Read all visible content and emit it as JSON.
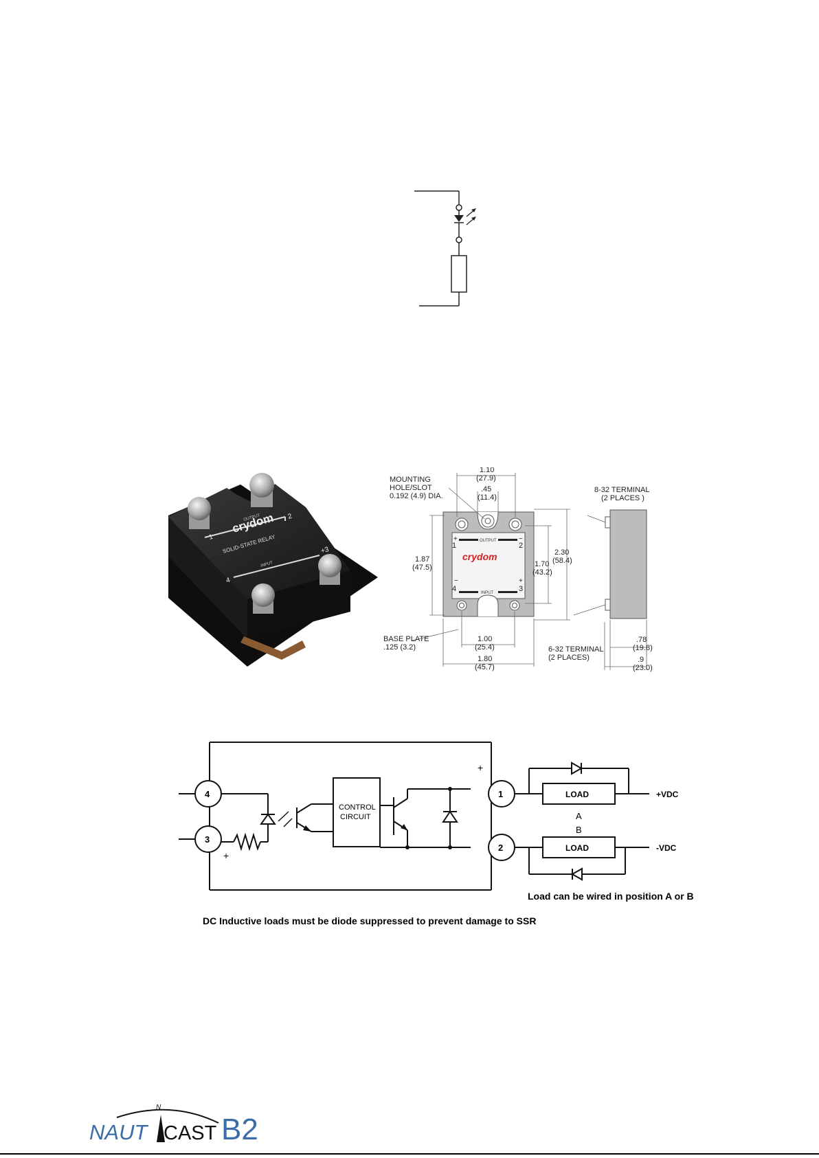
{
  "schematic_bottom": {
    "terminals": [
      "4",
      "3",
      "1",
      "2"
    ],
    "control_block": [
      "CONTROL",
      "CIRCUIT"
    ],
    "load_label": "LOAD",
    "pos_a": "A",
    "pos_b": "B",
    "vdc_plus": "+VDC",
    "vdc_minus": "-VDC",
    "plus": "+",
    "wiring_note": "Load can be wired in position A or B",
    "caption": "DC Inductive loads must be diode suppressed to prevent damage to SSR"
  },
  "dimension_drawing": {
    "mounting": [
      "MOUNTING",
      "HOLE/SLOT",
      "0.192 (4.9) DIA."
    ],
    "dim_110": [
      "1.10",
      "(27.9)"
    ],
    "dim_045": [
      ".45",
      "(11.4)"
    ],
    "terminal_832": [
      "8-32 TERMINAL",
      "(2 PLACES )"
    ],
    "dim_187": [
      "1.87",
      "(47.5)"
    ],
    "dim_230": [
      "2.30",
      "(58.4)"
    ],
    "dim_170": [
      "1.70",
      "(43.2)"
    ],
    "base_plate": [
      "BASE PLATE",
      ".125 (3.2)"
    ],
    "dim_100": [
      "1.00",
      "(25.4)"
    ],
    "dim_180": [
      "1.80",
      "(45.7)"
    ],
    "terminal_632": [
      "6-32  TERMINAL",
      "(2 PLACES)"
    ],
    "dim_078": [
      ".78",
      "(19.8)"
    ],
    "dim_09": [
      ".9",
      "(23.0)"
    ],
    "face_brand": "crydom",
    "face_output": "OUTPUT",
    "face_input": "INPUT",
    "face_pins": [
      "1",
      "2",
      "4",
      "3"
    ]
  },
  "photo": {
    "brand": "crydom",
    "subtitle": "SOLID-STATE RELAY",
    "pins": [
      "1",
      "2",
      "4",
      "+3"
    ],
    "output": "OUTPUT",
    "input": "INPUT"
  },
  "logo": {
    "part1": "NAUT",
    "part2": "CAST",
    "model": "B2",
    "north": "N"
  }
}
